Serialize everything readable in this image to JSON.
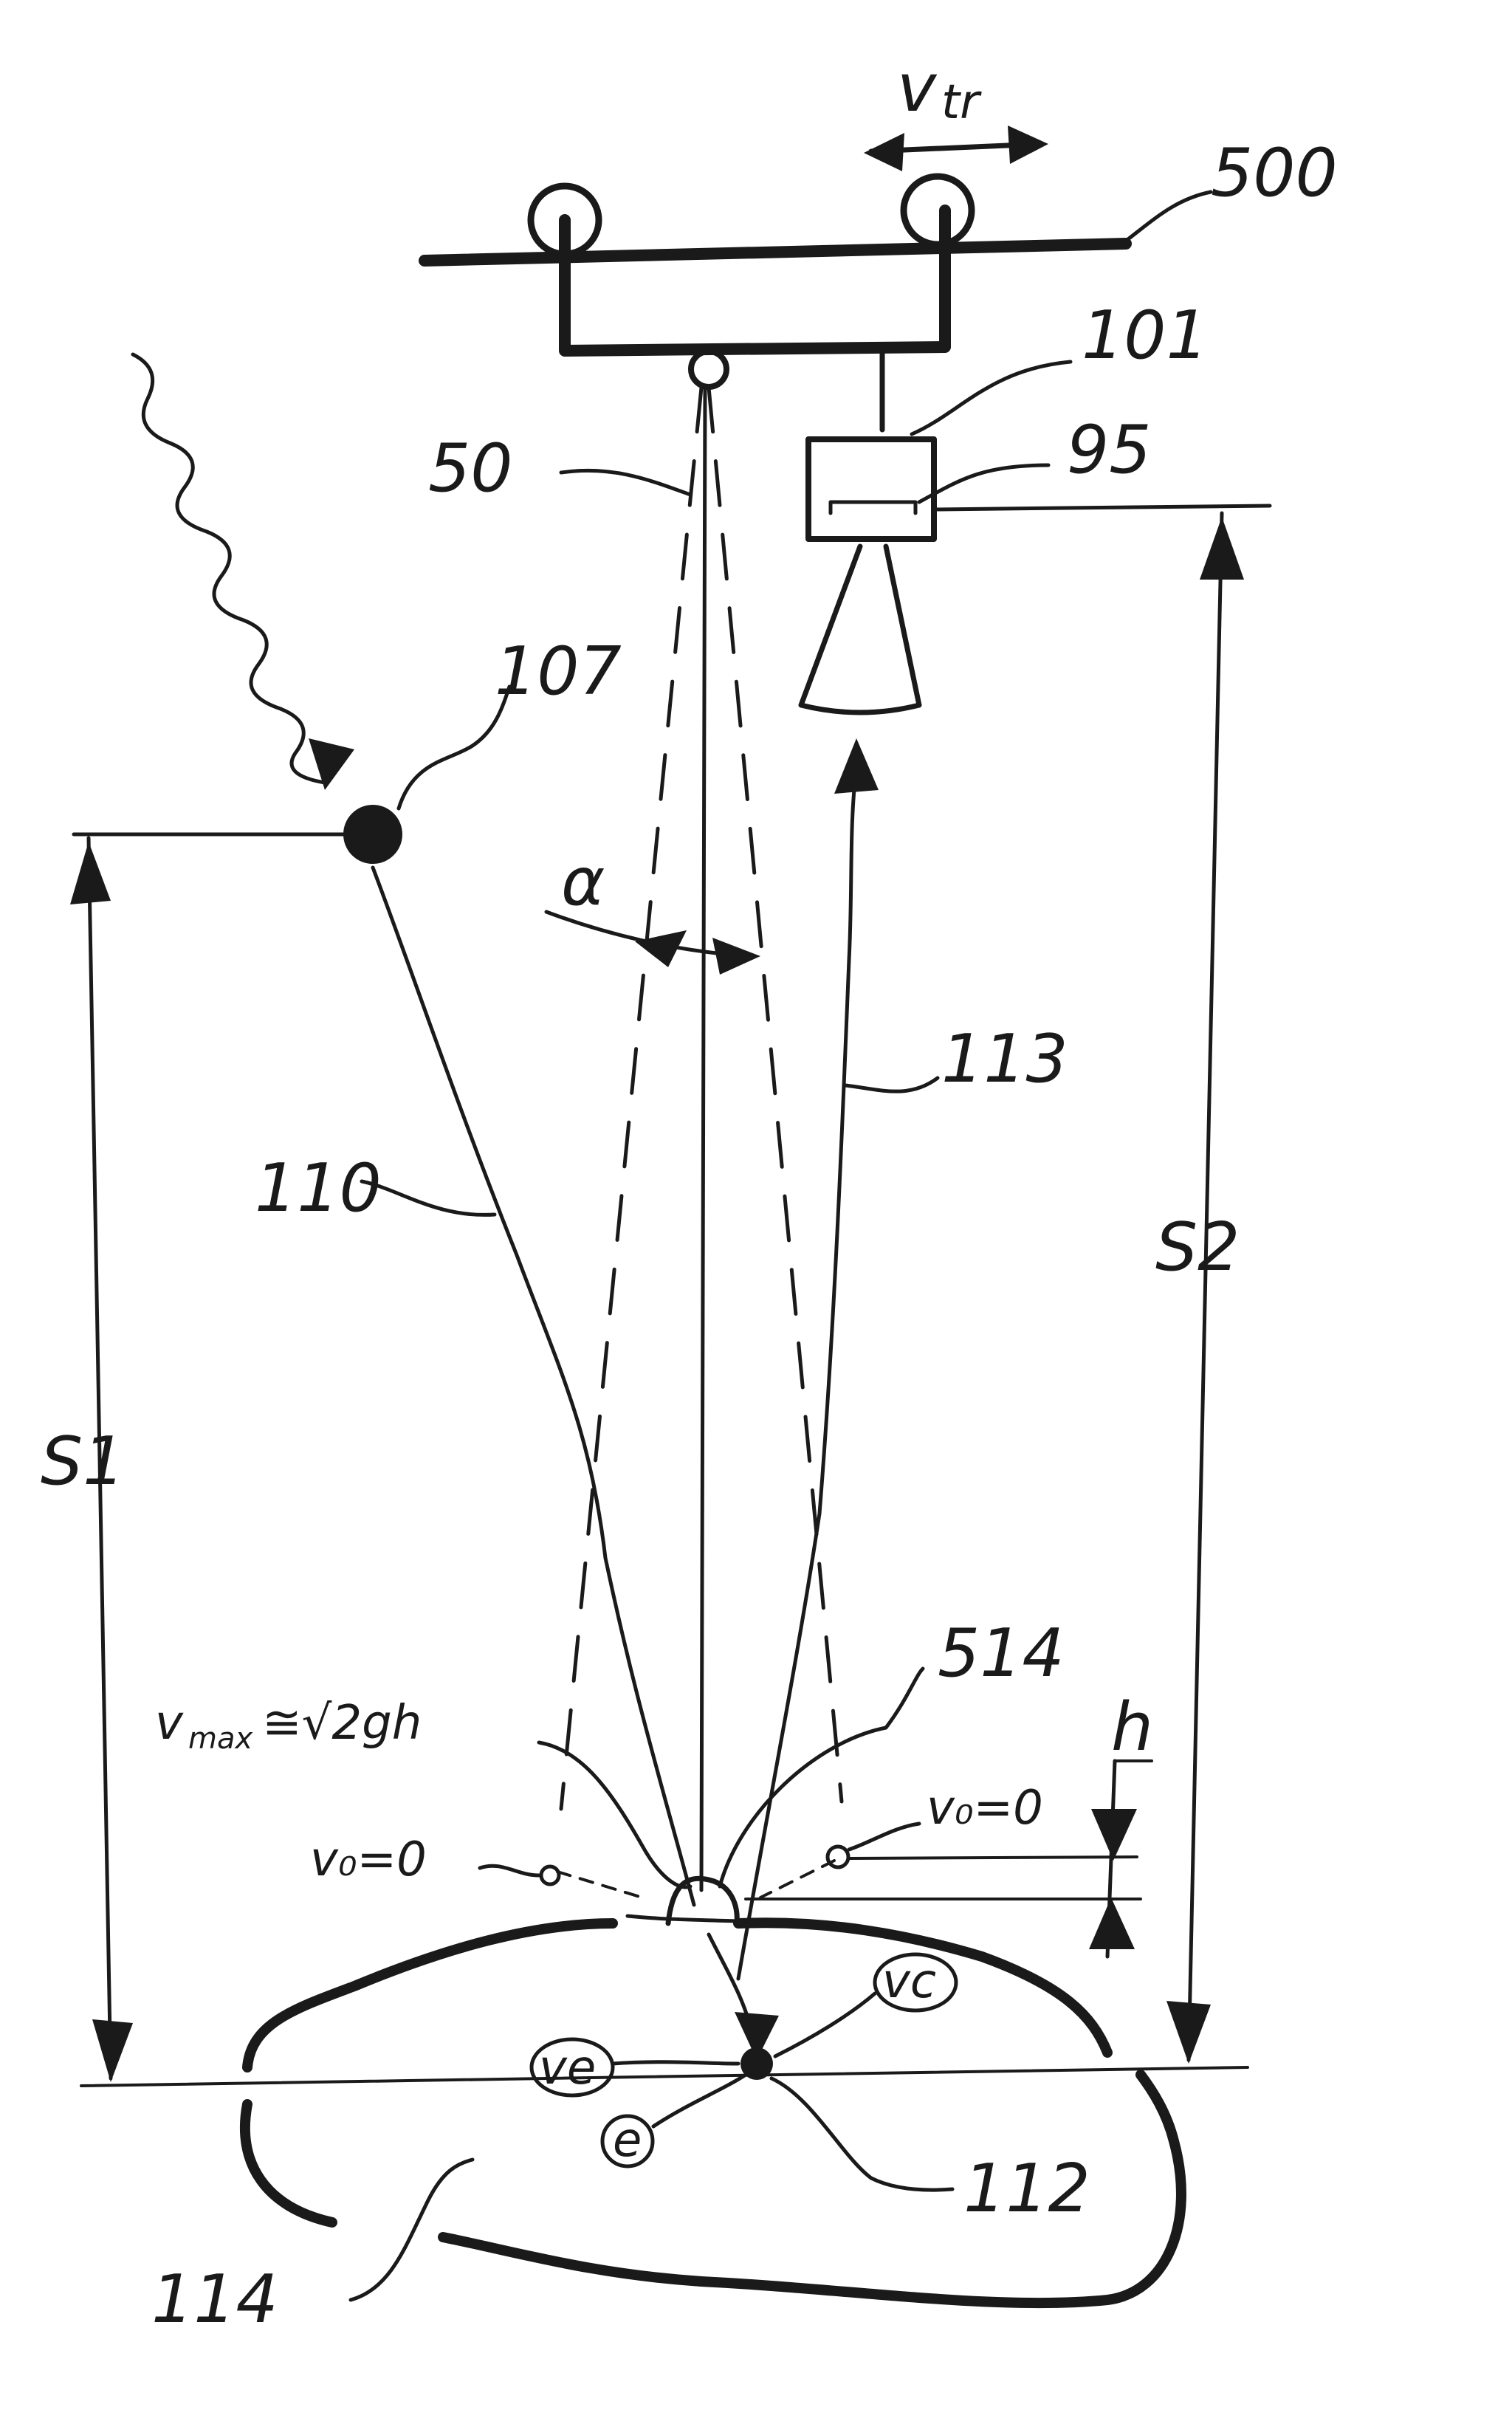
{
  "labels": {
    "velocity_top": "v",
    "velocity_top_sub": "tr",
    "ref_500": "500",
    "ref_101": "101",
    "ref_95": "95",
    "ref_50": "50",
    "ref_107": "107",
    "angle": "α",
    "ref_113": "113",
    "ref_110": "110",
    "s1": "S1",
    "s2": "S2",
    "ref_514": "514",
    "vmax_formula": "v",
    "vmax_sub": "max",
    "vmax_rhs": "≅√2gh",
    "h": "h",
    "v0_left": "v₀=0",
    "v0_right": "v₀=0",
    "vc": "vc",
    "ve": "ve",
    "e": "e",
    "ref_112": "112",
    "ref_114": "114"
  },
  "colors": {
    "ink": "#1a1a1a",
    "paper": "#ffffff"
  }
}
